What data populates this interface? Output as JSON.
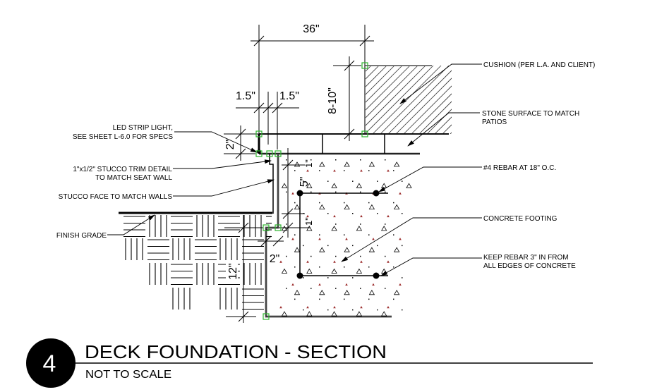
{
  "drawing": {
    "detail_number": "4",
    "title": "DECK FOUNDATION - SECTION",
    "scale_note": "NOT TO SCALE"
  },
  "notes": {
    "cushion": "CUSHION (PER L.A. AND CLIENT)",
    "stone_surface": [
      "STONE SURFACE TO MATCH",
      "PATIOS"
    ],
    "led_strip": [
      "LED STRIP LIGHT,",
      "SEE SHEET L-6.0 FOR SPECS"
    ],
    "stucco_trim": [
      "1\"x1/2\" STUCCO TRIM DETAIL",
      "TO MATCH SEAT WALL"
    ],
    "stucco_face": "STUCCO FACE TO MATCH WALLS",
    "finish_grade": "FINISH GRADE",
    "rebar": "#4 REBAR AT 18\" O.C.",
    "concrete_footing": "CONCRETE FOOTING",
    "rebar_clearance": [
      "KEEP REBAR 3\" IN FROM",
      "ALL EDGES OF CONCRETE"
    ]
  },
  "dimensions": {
    "overall_width": "36\"",
    "trim_left": "1.5\"",
    "trim_right": "1.5\"",
    "cushion_height": "8-10\"",
    "deck_edge_height": "2\"",
    "rebar_top_offset": "5\"",
    "cover_top": "1\"",
    "cover_step": "1\"",
    "step_width": "2\"",
    "footing_depth": "12\""
  },
  "colors": {
    "linework": "#000000",
    "grip": "#2fb52f",
    "aggregate_accent": "#9b2a2a"
  }
}
